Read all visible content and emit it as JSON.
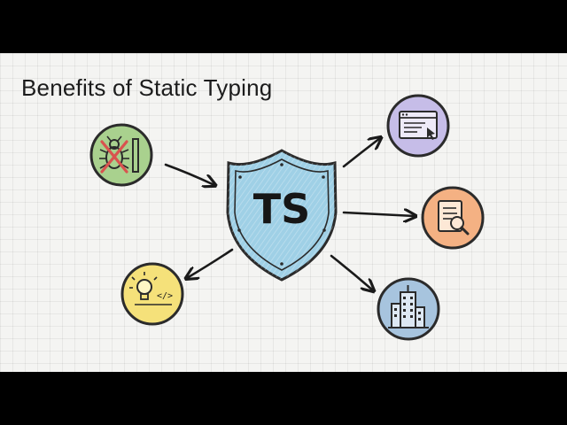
{
  "slide": {
    "title": "Benefits of Static Typing",
    "center_badge": {
      "label": "TS",
      "color": "#9fd0e6"
    }
  },
  "nodes": [
    {
      "id": "bug-prevention",
      "icon": "crossed-out-bug-icon",
      "color": "#a9d18e"
    },
    {
      "id": "editor-tooling",
      "icon": "code-editor-window-icon",
      "color": "#c6bde8"
    },
    {
      "id": "code-review",
      "icon": "document-magnifier-icon",
      "color": "#f4b183"
    },
    {
      "id": "code-readability",
      "icon": "lightbulb-code-icon",
      "color": "#f5e17a"
    },
    {
      "id": "scalability",
      "icon": "office-building-icon",
      "color": "#a7c4de"
    }
  ],
  "icon_text": {
    "code_tag": "</>"
  },
  "colors": {
    "outline": "#2b2b2b",
    "arrow": "#1a1a1a",
    "bug_cross": "#d9534f"
  }
}
